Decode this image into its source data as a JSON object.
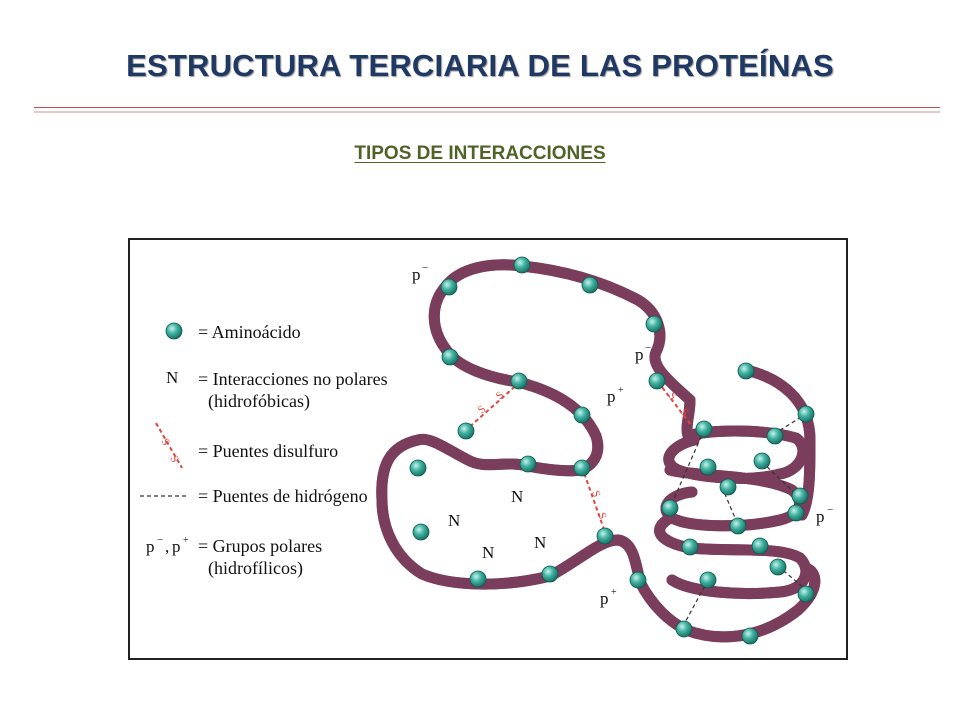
{
  "title": "ESTRUCTURA TERCIARIA DE LAS PROTEÍNAS",
  "subtitle": "TIPOS DE INTERACCIONES",
  "legend": {
    "aminoacid": "= Aminoácido",
    "n_symbol": "N",
    "nonpolar_1": "= Interacciones no polares",
    "nonpolar_2": "(hidrofóbicas)",
    "disulfide_symbol": "S",
    "disulfide": "= Puentes disulfuro",
    "hydrogen": "= Puentes de hidrógeno",
    "polar_symbol": "p",
    "polar_1": "= Grupos polares",
    "polar_2": "(hidrofílicos)"
  },
  "labels": {
    "p_minus": "p",
    "p_plus": "p",
    "n": "N",
    "s": "S"
  },
  "colors": {
    "title": "#1f3864",
    "subtitle": "#4f6228",
    "chain": "#c987a8",
    "aminoacid": "#3fb1a0",
    "disulfide": "#e0453e"
  }
}
